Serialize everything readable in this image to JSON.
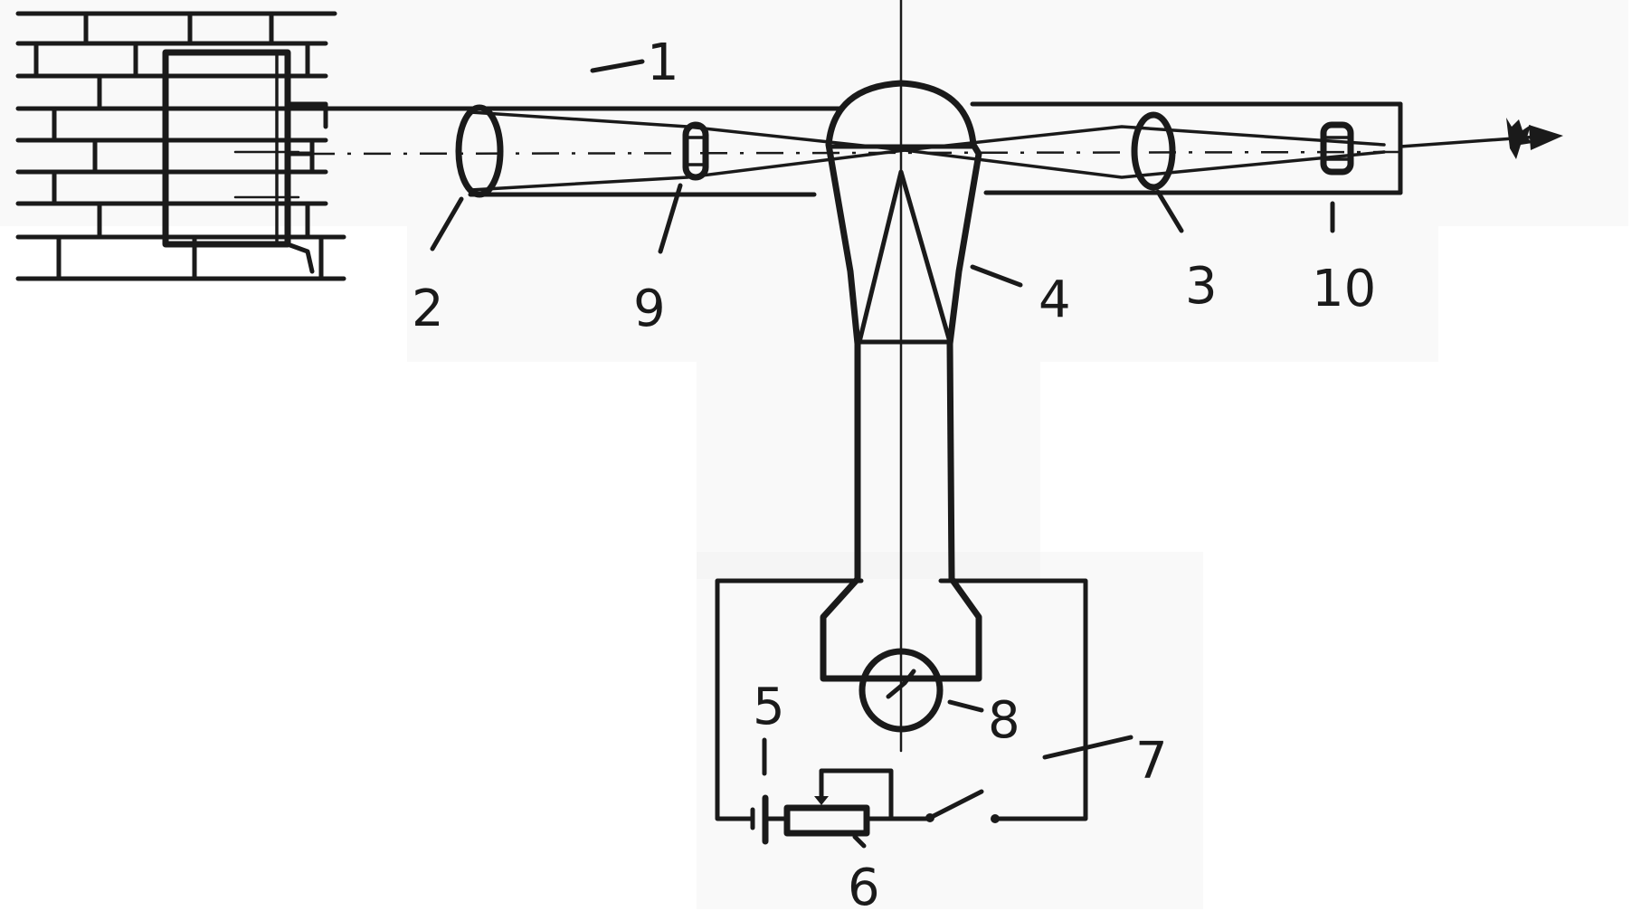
{
  "diagram": {
    "parts": [
      {
        "id": "part-1",
        "label": "1"
      },
      {
        "id": "part-2",
        "label": "2"
      },
      {
        "id": "part-3",
        "label": "3"
      },
      {
        "id": "part-4",
        "label": "4"
      },
      {
        "id": "part-5",
        "label": "5"
      },
      {
        "id": "part-6",
        "label": "6"
      },
      {
        "id": "part-7",
        "label": "7"
      },
      {
        "id": "part-8",
        "label": "8"
      },
      {
        "id": "part-9",
        "label": "9"
      },
      {
        "id": "part-10",
        "label": "10"
      }
    ],
    "colors": {
      "ink": "#1a1a1a",
      "paper": "#ffffff",
      "grain": "#ededed"
    }
  }
}
